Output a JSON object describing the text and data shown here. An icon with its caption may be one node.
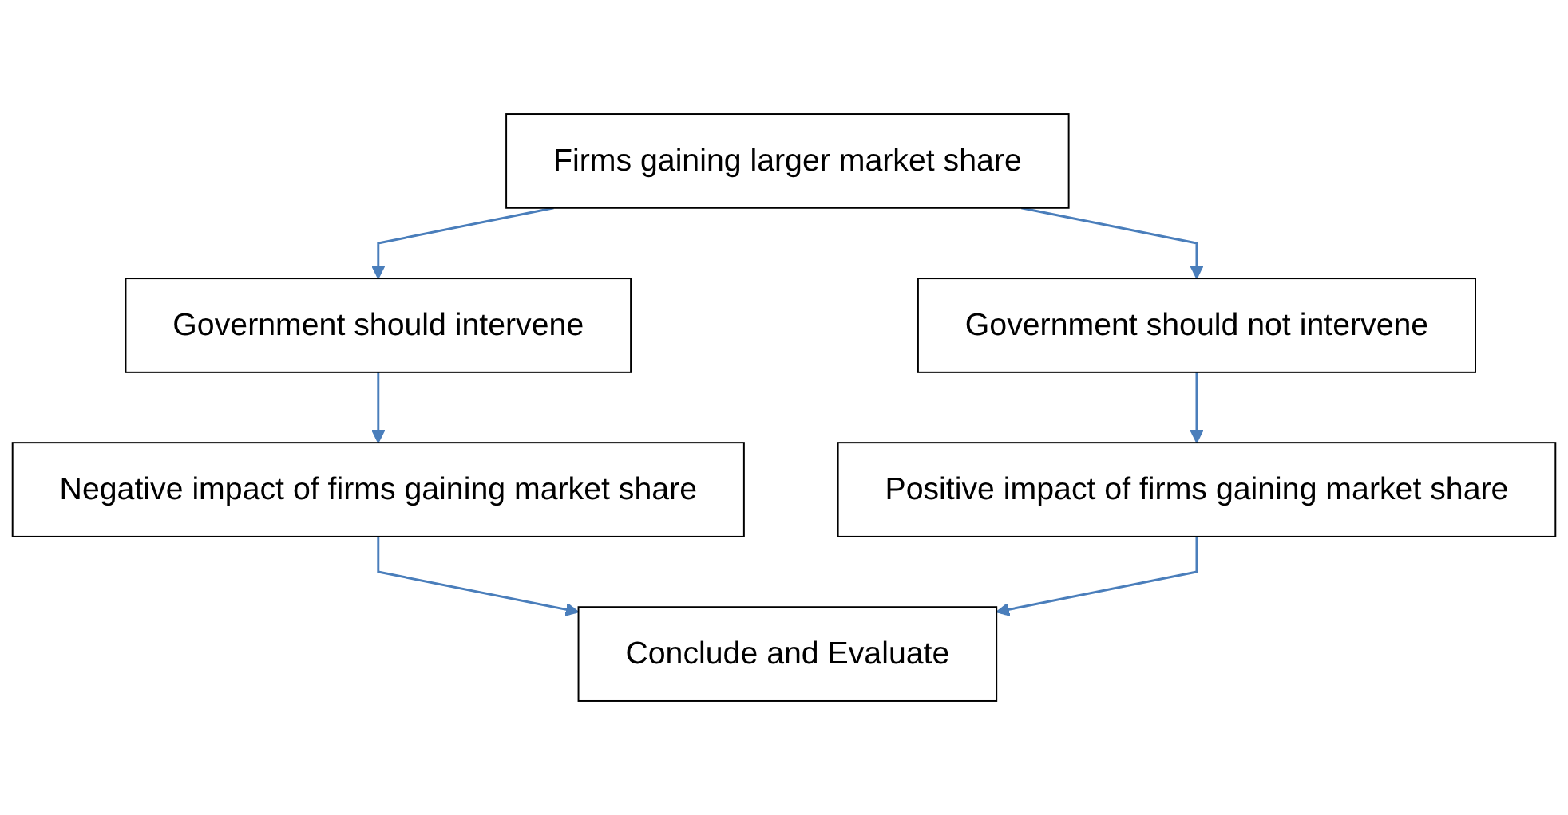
{
  "diagram": {
    "nodes": [
      {
        "text": [
          "Firms gaining larger market share"
        ]
      },
      {
        "text": [
          "Government should intervene"
        ]
      },
      {
        "text": [
          "Government should not intervene"
        ]
      },
      {
        "text": [
          "Negative impact of firms gaining market share"
        ]
      },
      {
        "text": [
          "Positive impact of firms gaining market share"
        ]
      },
      {
        "text": [
          "Conclude and Evaluate"
        ]
      }
    ],
    "edges": [
      {
        "from": 0,
        "to": 1,
        "arrow": "to"
      },
      {
        "from": 0,
        "to": 2,
        "arrow": "to"
      },
      {
        "from": 1,
        "to": 3,
        "arrow": "to"
      },
      {
        "from": 2,
        "to": 4,
        "arrow": "to"
      },
      {
        "from": 3,
        "to": 5,
        "arrow": "to"
      },
      {
        "from": 4,
        "to": 5,
        "arrow": "to"
      }
    ]
  }
}
